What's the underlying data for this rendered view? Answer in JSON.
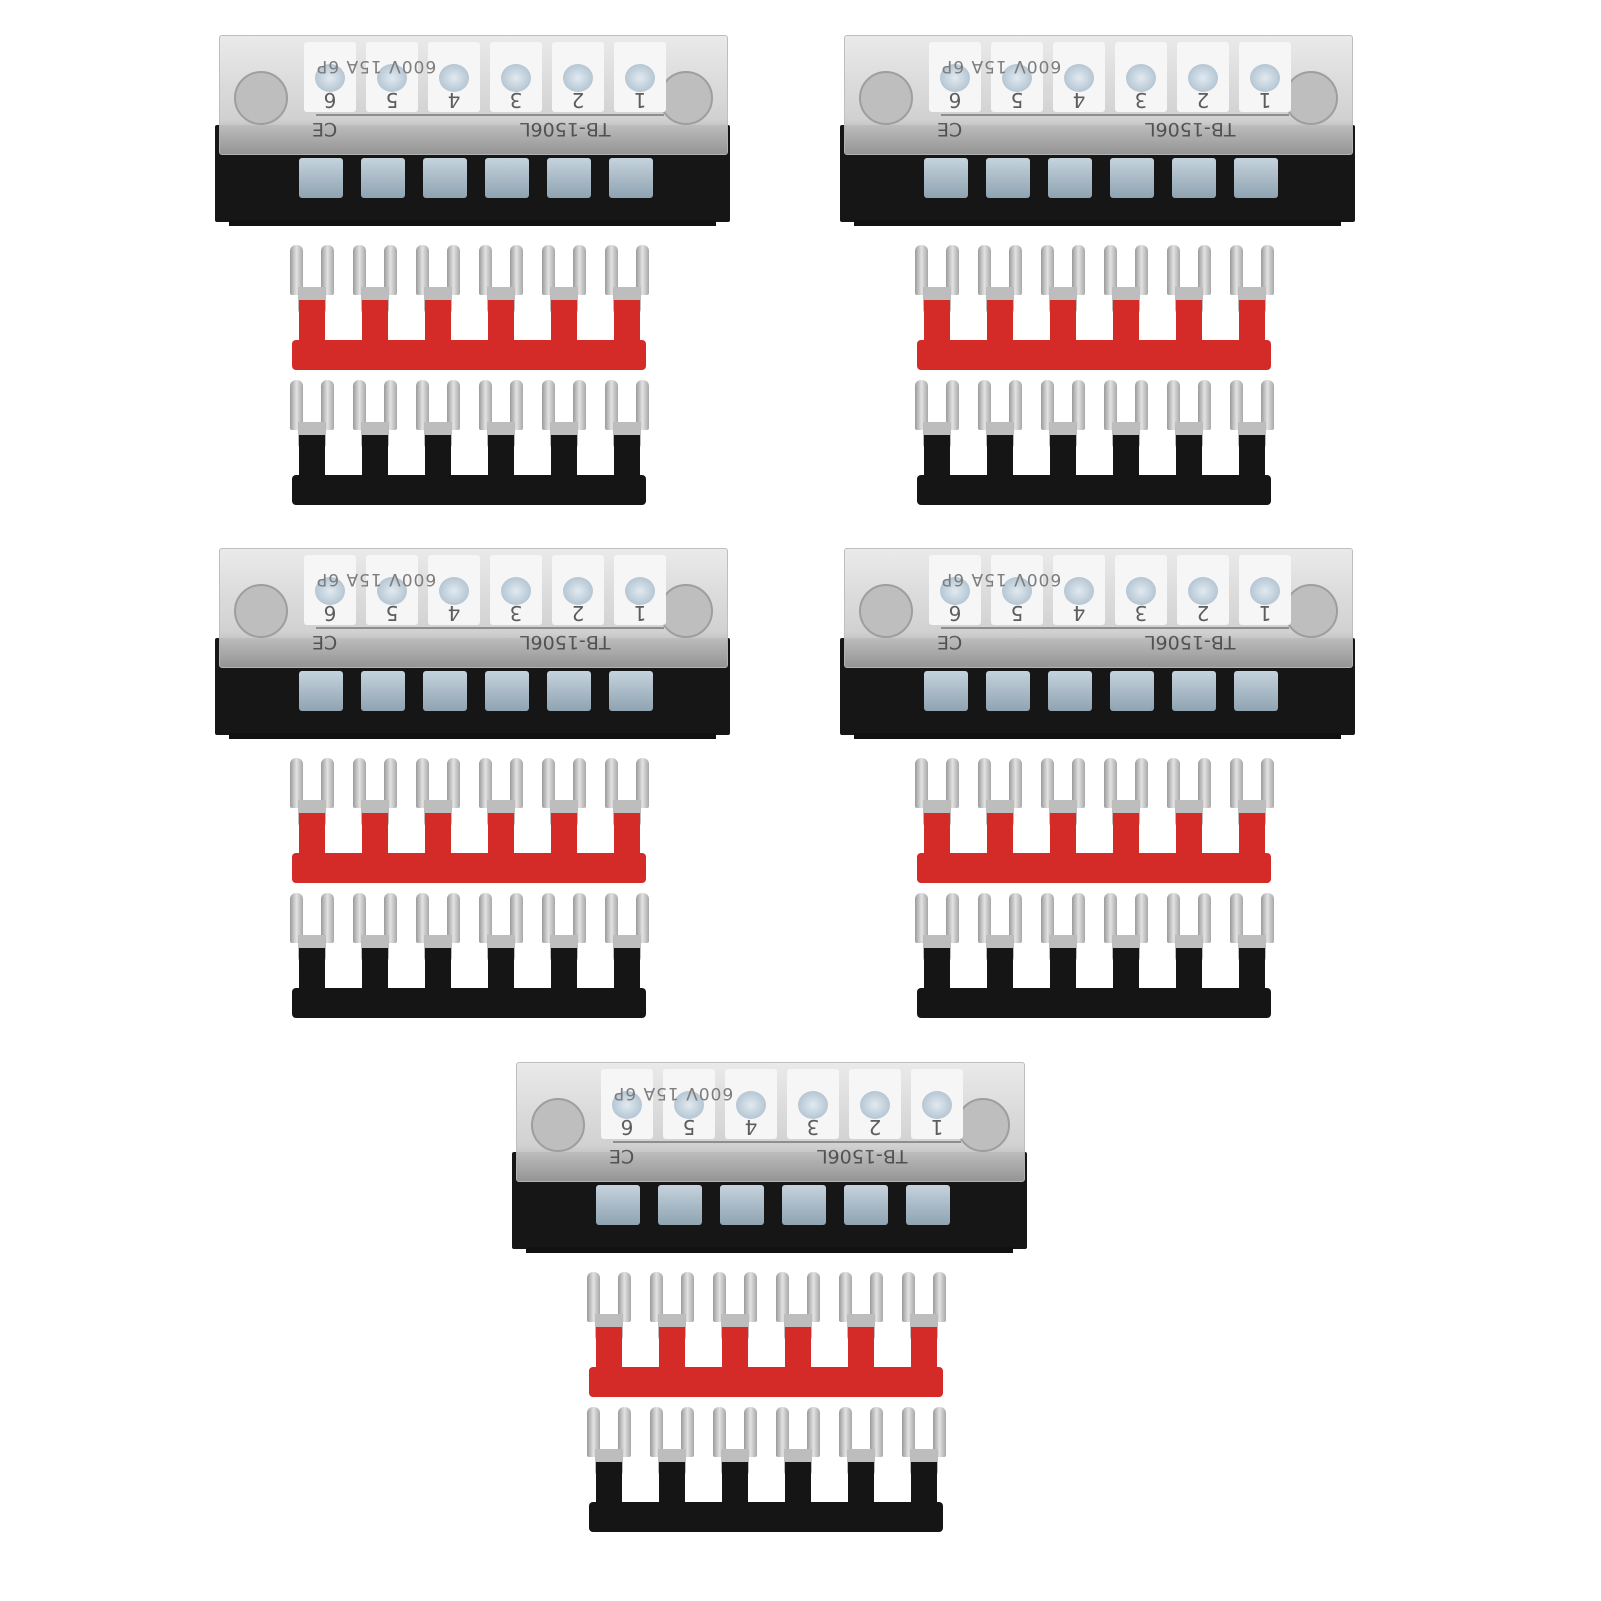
{
  "product": {
    "model_label": "TB-1506L",
    "rating_label": "600V 15A 6P",
    "ce_mark": "CE",
    "terminal_numbers": [
      "1",
      "2",
      "3",
      "4",
      "5",
      "6"
    ],
    "set_count": 5
  },
  "colors": {
    "base": "#161616",
    "red_bar": "#d42a28",
    "black_bar": "#151515",
    "metal": "#bdbdbd"
  }
}
